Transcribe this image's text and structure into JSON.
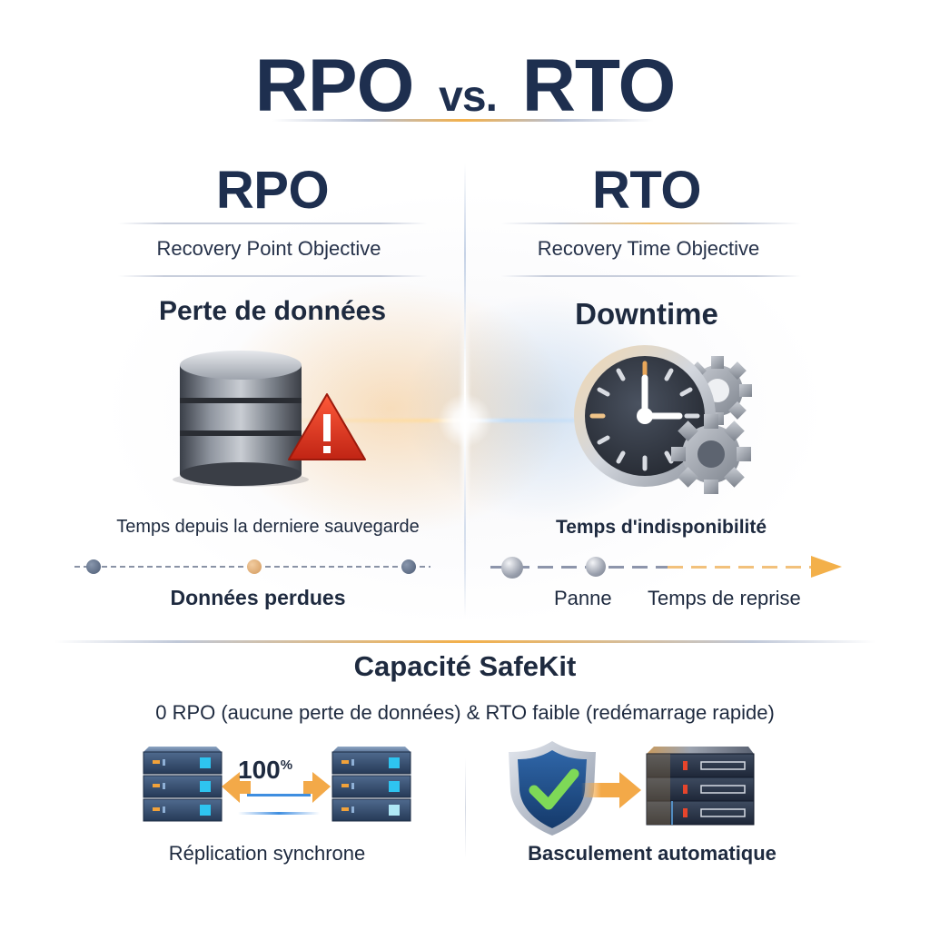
{
  "header": {
    "title_left": "RPO",
    "title_vs": "vs.",
    "title_right": "RTO"
  },
  "rpo": {
    "heading": "RPO",
    "subtitle": "Recovery Point Objective",
    "concept": "Perte de données",
    "icon": "database-warning-icon",
    "timeline_label": "Temps depuis la derniere sauvegarde",
    "timeline_points": 3,
    "result_label": "Données perdues"
  },
  "rto": {
    "heading": "RTO",
    "subtitle": "Recovery Time Objective",
    "concept": "Downtime",
    "icon": "clock-gears-icon",
    "timeline_label": "Temps d'indisponibilité",
    "marker_1": "Panne",
    "marker_2": "Temps de reprise"
  },
  "safekit": {
    "title": "Capacité SafeKit",
    "summary": "0 RPO (aucune perte de données) & RTO faible (redémarrage rapide)",
    "features": [
      {
        "label": "Réplication synchrone",
        "icon": "server-replication-icon",
        "badge_value": "100",
        "badge_unit": "%"
      },
      {
        "label": "Basculement automatique",
        "icon": "shield-failover-icon"
      }
    ]
  },
  "colors": {
    "navy": "#1e2f4f",
    "accent_orange": "#f3b04a",
    "accent_blue": "#7fb0dd",
    "warning_red": "#d9321f",
    "check_green": "#7ed957"
  }
}
